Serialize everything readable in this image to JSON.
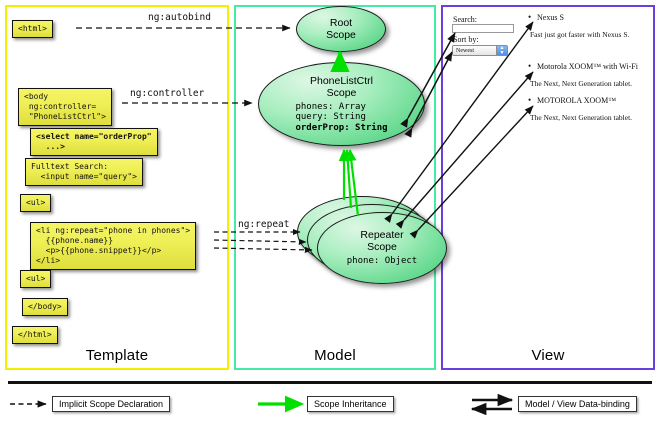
{
  "panels": {
    "template": {
      "label": "Template",
      "color": "#f2f000"
    },
    "model": {
      "label": "Model",
      "color": "#45eba5"
    },
    "view": {
      "label": "View",
      "color": "#6a3fe0"
    }
  },
  "template": {
    "html_open": "<html>",
    "body_open": "<body\n ng:controller=\n \"PhoneListCtrl\">",
    "select": "<select name=\"orderProp\"\n  ...>",
    "fulltext": "Fulltext Search:\n  <input name=\"query\">",
    "ul_open": "<ul>",
    "li_repeat": "<li ng:repeat=\"phone in phones\">\n  {{phone.name}}\n  <p>{{phone.snippet}}</p>\n</li>",
    "ul_close": "<ul>",
    "body_close": "</body>",
    "html_close": "</html>"
  },
  "model": {
    "root_scope": {
      "title": "Root\nScope"
    },
    "ctrl_scope": {
      "title": "PhoneListCtrl\nScope",
      "props": [
        {
          "text": "phones: Array",
          "bold": false
        },
        {
          "text": "query: String",
          "bold": false
        },
        {
          "text": "orderProp: String",
          "bold": true
        }
      ]
    },
    "repeater_scope": {
      "title": "Repeater\nScope",
      "props": [
        {
          "text": "phone: Object",
          "bold": false
        }
      ]
    }
  },
  "view": {
    "search_label": "Search:",
    "search_value": "",
    "sort_label": "Sort by:",
    "sort_selected": "Newest",
    "sort_options": [
      "Newest"
    ],
    "phones": [
      {
        "name": "Nexus S",
        "snippet": "Fast just got faster with Nexus S."
      },
      {
        "name": "Motorola XOOM™ with Wi-Fi",
        "snippet": "The Next, Next Generation tablet."
      },
      {
        "name": "MOTOROLA XOOM™",
        "snippet": "The Next, Next Generation tablet."
      }
    ]
  },
  "edges": {
    "autobind": "ng:autobind",
    "controller": "ng:controller",
    "repeat": "ng:repeat"
  },
  "legend": {
    "implicit": "Implicit Scope Declaration",
    "inheritance": "Scope Inheritance",
    "binding": "Model / View Data-binding",
    "inheritance_color": "#00e000"
  }
}
